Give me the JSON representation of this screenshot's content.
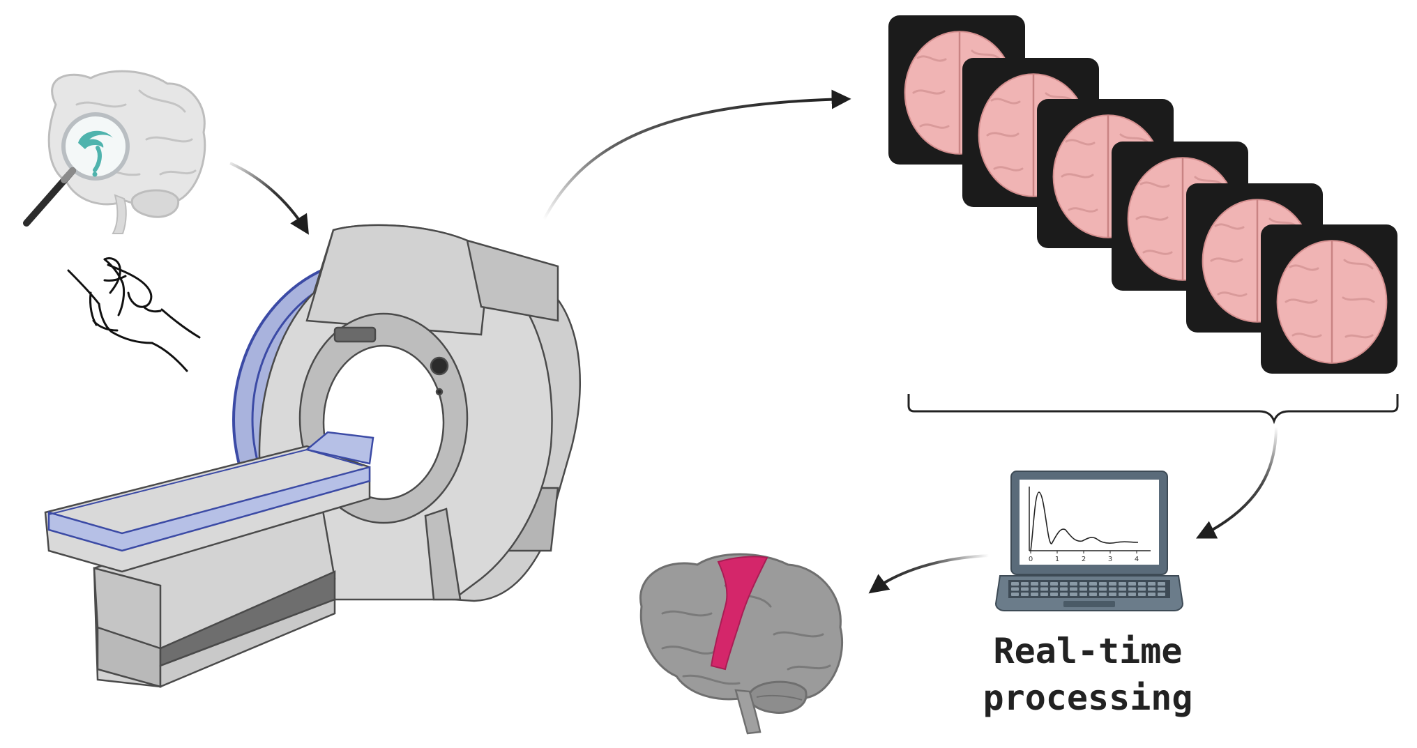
{
  "caption": {
    "line1": "Real-time",
    "line2": "processing"
  },
  "plot": {
    "x_ticks": [
      "0",
      "1",
      "2",
      "3",
      "4"
    ]
  },
  "colors": {
    "arrow": "#1e1e1e",
    "scanner_body": "#d9d9d9",
    "scanner_ring": "#a9b3dd",
    "scanner_ring_edge": "#3b4aa5",
    "table_top": "#b6c0e6",
    "slice_bg": "#1b1b1b",
    "slice_brain": "#f0b4b4",
    "brain_gray": "#9b9b9b",
    "brain_highlight": "#d4266a",
    "laptop_frame": "#5a6b7a",
    "small_brain_region": "#4fb3ad"
  },
  "icons": {
    "diagnostic": "brain-magnifier-icon",
    "gesture": "hand-gesture-icon",
    "scanner": "mri-scanner-icon",
    "slices": "brain-slice-stack",
    "computer": "laptop-icon",
    "result": "brain-activation-icon"
  }
}
